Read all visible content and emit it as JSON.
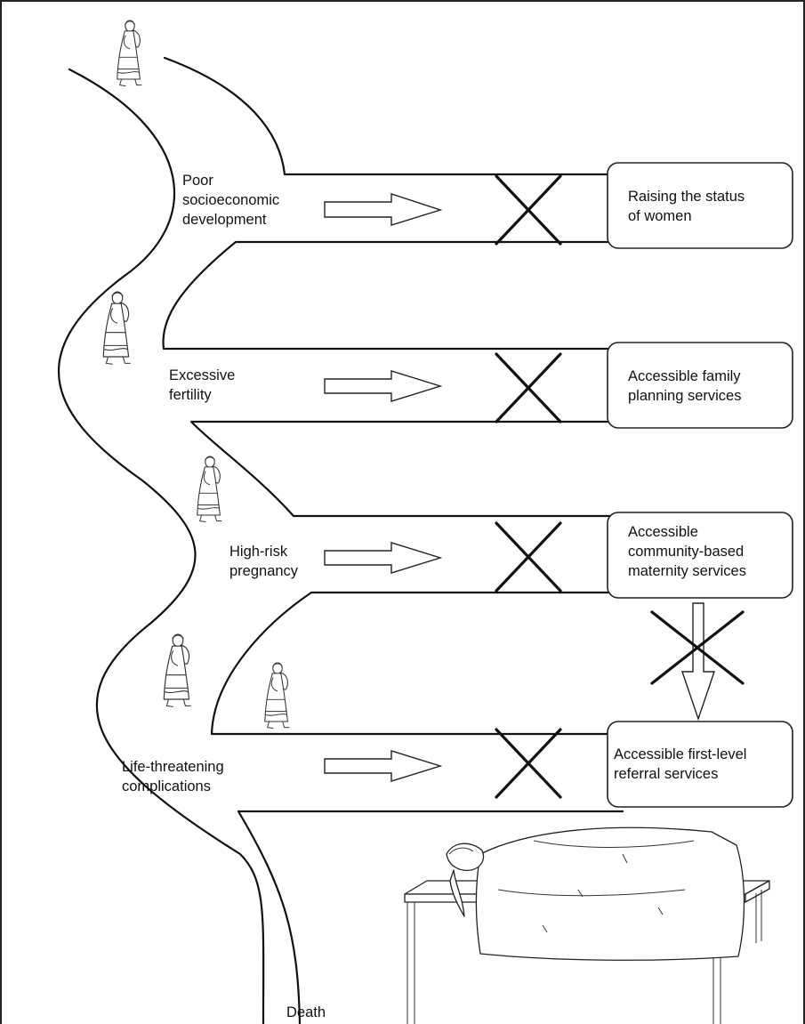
{
  "causes": [
    {
      "lines": [
        "Poor",
        "socioeconomic",
        "development"
      ]
    },
    {
      "lines": [
        "Excessive",
        "fertility"
      ]
    },
    {
      "lines": [
        "High-risk",
        "pregnancy"
      ]
    },
    {
      "lines": [
        "Life-threatening",
        "complications"
      ]
    }
  ],
  "interventions": [
    {
      "lines": [
        "Raising the status",
        "of women"
      ]
    },
    {
      "lines": [
        "Accessible family",
        "planning services"
      ]
    },
    {
      "lines": [
        "Accessible",
        "community-based",
        "maternity services"
      ]
    },
    {
      "lines": [
        "Accessible first-level",
        "referral services"
      ]
    }
  ],
  "end_label": "Death",
  "icons": {
    "walking_woman": "walking-woman-icon",
    "woman_on_bed": "deceased-woman-on-bed-icon",
    "blocked": "cross-mark-icon"
  }
}
